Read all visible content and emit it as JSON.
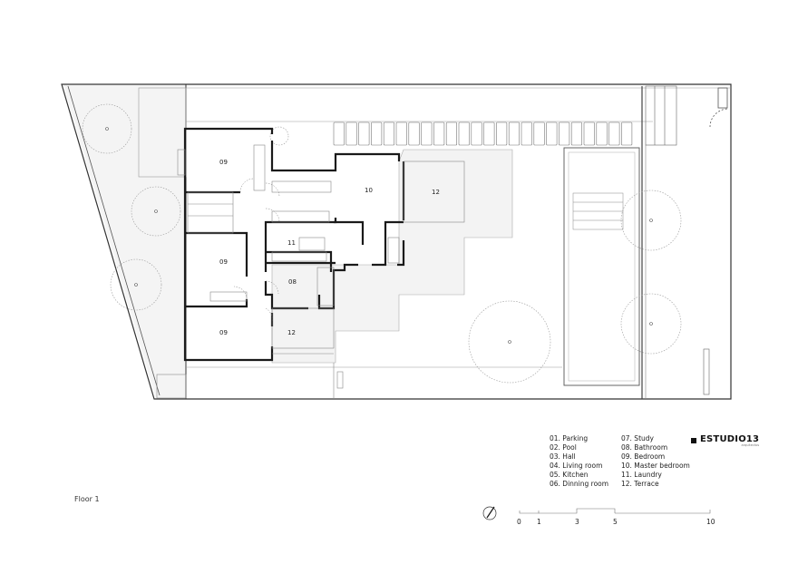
{
  "plan": {
    "title": "Floor 1",
    "room_labels": {
      "bedroom_top": "09",
      "bedroom_mid": "09",
      "bedroom_bottom": "09",
      "master_bedroom": "10",
      "laundry": "11",
      "bathroom": "08",
      "terrace_upper": "12",
      "terrace_lower": "12"
    }
  },
  "legend": {
    "col1": [
      "01. Parking",
      "02. Pool",
      "03. Hall",
      "04. Living room",
      "05. Kitchen",
      "06. Dinning room"
    ],
    "col2": [
      "07. Study",
      "08. Bathroom",
      "09. Bedroom",
      "10. Master bedroom",
      "11. Laundry",
      "12. Terrace"
    ]
  },
  "logo": {
    "name": "ESTUDIO13",
    "subtitle": "arquitectos"
  },
  "scale_bar": {
    "ticks": [
      "0",
      "1",
      "3",
      "5",
      "10"
    ]
  },
  "icons": {
    "north_arrow": "north-arrow-icon"
  },
  "colors": {
    "wall": "#1a1a1a",
    "line": "#888888",
    "terrace_fill": "#f3f3f3"
  }
}
